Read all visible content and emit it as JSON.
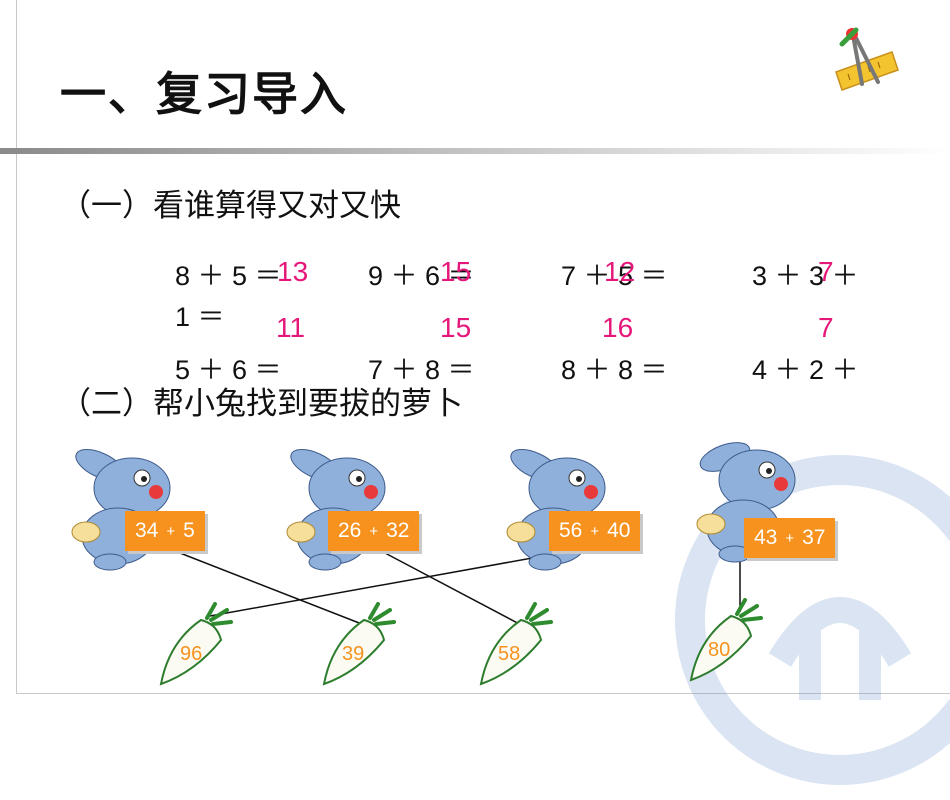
{
  "title": "一、复习导入",
  "section1": "（一）看谁算得又对又快",
  "section2": "（二）帮小兔找到要拔的萝卜",
  "equations_row1": [
    "8 ＋ 5 ＝",
    "9 ＋ 6 ＝",
    "7 ＋ 5 ＝",
    "3 ＋ 3 ＋"
  ],
  "equations_row1_wrap": "1 ＝",
  "equations_row2": [
    "5 ＋ 6 ＝",
    "7 ＋ 8 ＝",
    "8 ＋ 8 ＝",
    "4 ＋ 2 ＋"
  ],
  "answers_row1": [
    "13",
    "15",
    "12",
    "7"
  ],
  "answers_row2": [
    "11",
    "15",
    "16",
    "7"
  ],
  "rabbits": [
    {
      "a": "34",
      "op": "+",
      "b": "5"
    },
    {
      "a": "26",
      "op": "+",
      "b": "32"
    },
    {
      "a": "56",
      "op": "+",
      "b": "40"
    },
    {
      "a": "43",
      "op": "+",
      "b": "37"
    }
  ],
  "carrots": [
    "96",
    "39",
    "58",
    "80"
  ],
  "colors": {
    "answer": "#e6177a",
    "tag": "#f7921e",
    "carrot_label": "#f7921e",
    "rabbit": "#8fb0da"
  }
}
